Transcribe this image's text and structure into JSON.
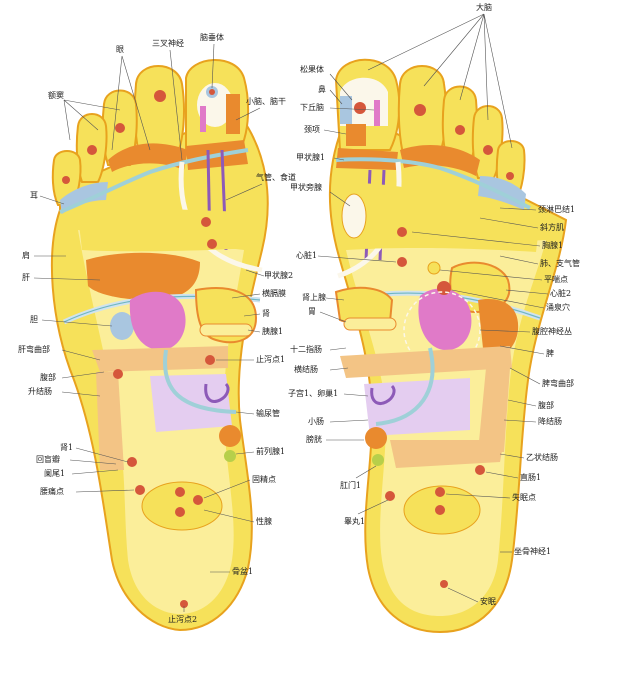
{
  "colors": {
    "foot_fill": "#f6e15a",
    "foot_edge": "#e8a21e",
    "inner_fill": "#fbee9a",
    "orange": "#e98a2e",
    "light_orange": "#f3c485",
    "pink": "#e07ac8",
    "lilac": "#e4cdf0",
    "blue_grey": "#a9c6e0",
    "pale_blue": "#cfe3ef",
    "nerve": "#9fd0d8",
    "nerve_dark": "#6fb7c4",
    "point": "#d5573b",
    "white": "#fbf7ea",
    "green": "#b7cf4a",
    "purple": "#8d5ab8"
  },
  "left_foot": {
    "labels": {
      "eye": "眼",
      "trigeminal": "三叉神经",
      "pituitary": "脑垂体",
      "sinus": "额窦",
      "cerebellum": "小脑、脑干",
      "trachea": "气管、食道",
      "ear": "耳",
      "shoulder": "肩",
      "liver": "肝",
      "gallbladder": "胆",
      "hepatic_flexure": "肝弯曲部",
      "abdomen": "腹部",
      "ascending_colon": "升结肠",
      "kidney": "肾1",
      "appendix": "回盲瓣",
      "ileocecal": "阑尾1",
      "lumbago": "腰痛点",
      "thyroid2": "甲状腺2",
      "diaphragm": "横膈膜",
      "kidney_r": "肾",
      "pancreas": "胰腺1",
      "antidiarrhea": "止泻点1",
      "ureter": "输尿管",
      "prostate": "前列腺1",
      "sperm": "固精点",
      "gonad": "性腺",
      "sciatic": "骨盆1",
      "antidiarrhea2": "止泻点2"
    }
  },
  "right_foot": {
    "labels": {
      "brain": "大脑",
      "pineal": "松果体",
      "nose": "鼻",
      "hypothalamus": "下丘脑",
      "neck": "颈项",
      "thyroid1": "甲状腺1",
      "parathyroid": "甲状旁腺",
      "lymph": "颈淋巴结1",
      "trapezius": "斜方肌",
      "thymus": "胸腺1",
      "lung": "肺、支气管",
      "asthma": "平喘点",
      "heart": "心脏1",
      "heart2": "心脏2",
      "yongquan": "涌泉穴",
      "adrenal": "肾上腺",
      "stomach": "胃",
      "celiac": "腹腔神经丛",
      "duodenum": "十二指肠",
      "transverse_colon": "横结肠",
      "spleen": "脾",
      "splenic_flexure": "脾弯曲部",
      "uterus": "子宫1、卵巢1",
      "abdomen2": "腹部",
      "descending_colon": "降结肠",
      "small_intestine": "小肠",
      "bladder": "膀胱",
      "sigmoid": "乙状结肠",
      "anus": "肛门1",
      "rectum": "直肠1",
      "insomnia": "失眠点",
      "testis": "睾丸1",
      "sciatic_nerve": "坐骨神经1",
      "calm": "安眠"
    }
  }
}
